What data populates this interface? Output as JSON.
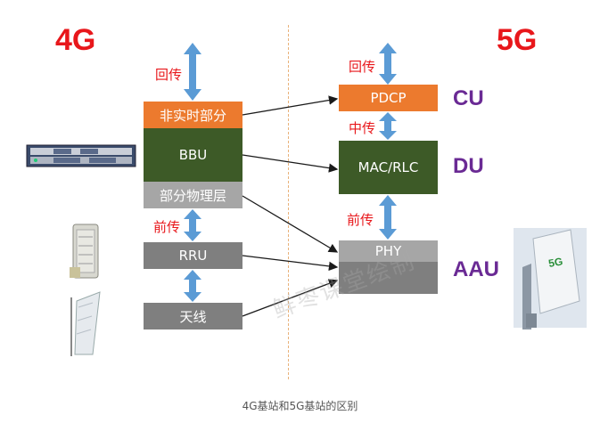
{
  "title_4g": "4G",
  "title_5g": "5G",
  "left": {
    "label_backhaul": "回传",
    "non_realtime": "非实时部分",
    "bbu": "BBU",
    "partial_phy": "部分物理层",
    "label_fronthaul": "前传",
    "rru": "RRU",
    "antenna": "天线"
  },
  "right": {
    "label_backhaul": "回传",
    "pdcp": "PDCP",
    "label_midhaul": "中传",
    "mac_rlc": "MAC/RLC",
    "label_fronthaul": "前传",
    "phy": "PHY",
    "cu": "CU",
    "du": "DU",
    "aau": "AAU"
  },
  "watermark": "鲜枣课堂绘制",
  "caption": "4G基站和5G基站的区别",
  "colors": {
    "orange": "#ec7a2e",
    "green": "#3d5a27",
    "gray_light": "#a6a6a6",
    "gray_dark": "#7f7f7f",
    "red_text": "#e8171b",
    "purple_text": "#6a2a94",
    "arrow_blue": "#5b9bd5"
  }
}
